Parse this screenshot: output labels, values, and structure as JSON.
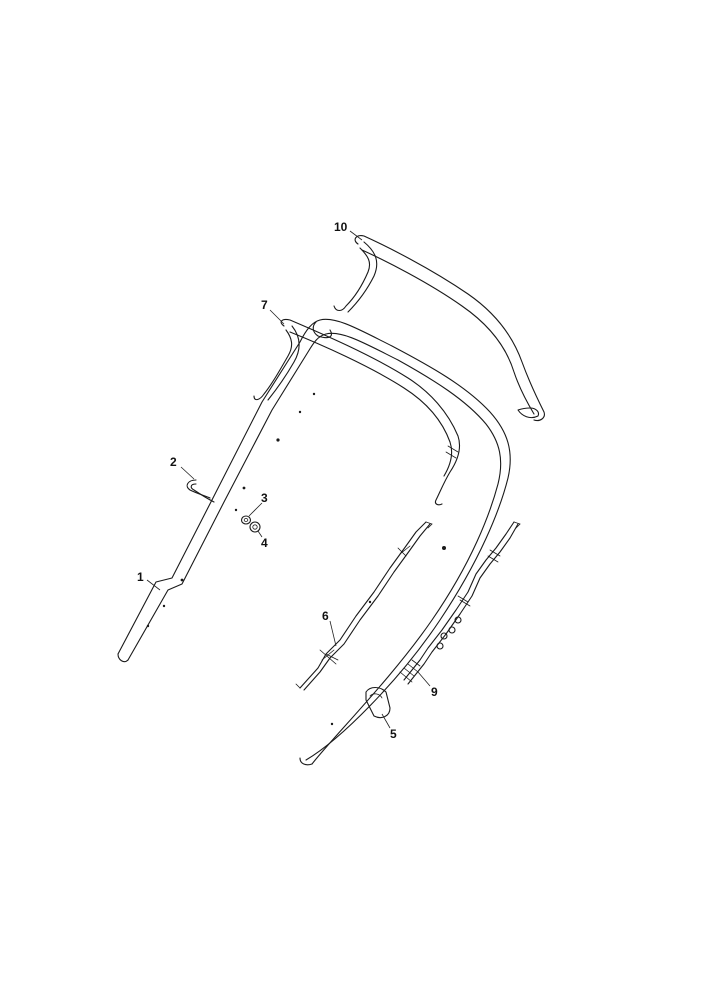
{
  "diagram": {
    "colors": {
      "line": "#1a1a1a",
      "background": "#ffffff"
    },
    "callouts": [
      {
        "id": "part-1",
        "label": "1"
      },
      {
        "id": "part-2",
        "label": "2"
      },
      {
        "id": "part-3",
        "label": "3"
      },
      {
        "id": "part-4",
        "label": "4"
      },
      {
        "id": "part-5",
        "label": "5"
      },
      {
        "id": "part-6",
        "label": "6"
      },
      {
        "id": "part-7",
        "label": "7"
      },
      {
        "id": "part-9",
        "label": "9"
      },
      {
        "id": "part-10",
        "label": "10"
      }
    ]
  }
}
